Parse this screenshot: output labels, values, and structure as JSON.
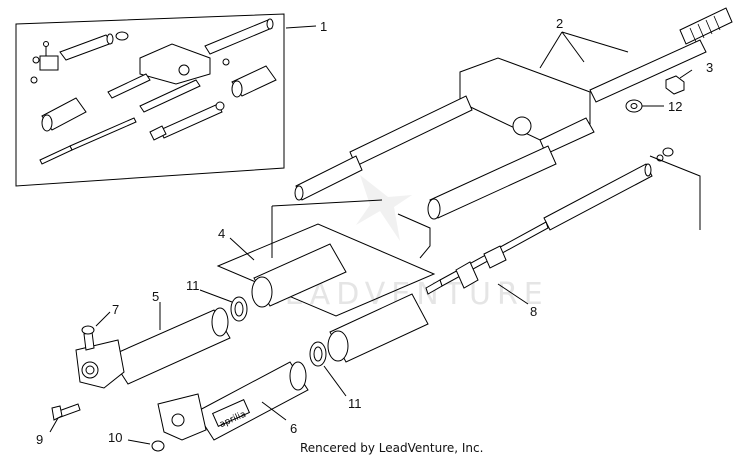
{
  "diagram": {
    "callouts": [
      {
        "id": "1",
        "label": "1"
      },
      {
        "id": "2",
        "label": "2"
      },
      {
        "id": "3",
        "label": "3"
      },
      {
        "id": "4",
        "label": "4"
      },
      {
        "id": "5",
        "label": "5"
      },
      {
        "id": "6",
        "label": "6"
      },
      {
        "id": "7",
        "label": "7"
      },
      {
        "id": "8",
        "label": "8"
      },
      {
        "id": "9",
        "label": "9"
      },
      {
        "id": "10",
        "label": "10"
      },
      {
        "id": "11a",
        "label": "11"
      },
      {
        "id": "11b",
        "label": "11"
      },
      {
        "id": "12",
        "label": "12"
      }
    ],
    "stamp_text": "aprilia",
    "watermark_text": "LEADVENTURE",
    "credit": "Rencered by LeadVenture, Inc."
  }
}
